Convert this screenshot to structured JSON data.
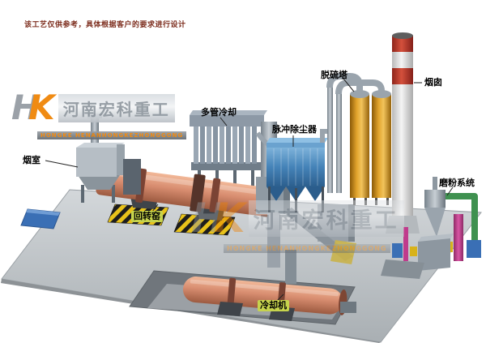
{
  "disclaimer": "该工艺仅供参考，具体根据客户的要求进行设计",
  "watermark": {
    "monogram_h": "H",
    "monogram_k": "K",
    "company_cn": "河南宏科重工",
    "company_en": "HONGKE HENANHONGKEZHONGGONG"
  },
  "labels": {
    "smoke_chamber": "烟室",
    "rotary_kiln": "回转窑",
    "multi_tube_cooler": "多管冷却",
    "pulse_dust_collector": "脉冲除尘器",
    "desulfurization_tower": "脱硫塔",
    "chimney": "烟囱",
    "grinding_system": "磨粉系统",
    "cooling_machine": "冷却机"
  },
  "colors": {
    "disclaimer_text": "#7c2c1c",
    "label_highlight": "#c6d34d",
    "kiln_salmon": "#d88d70",
    "collector_blue": "#4583b8",
    "tower_orange": "#e2a42c",
    "chimney_red": "#c24434",
    "duct_green": "#3f9150",
    "pipe_magenta": "#c03a8c",
    "platform_gray": "#bfc4c8",
    "brand_orange": "#ef8200",
    "brand_gray": "#9aa1a8"
  }
}
